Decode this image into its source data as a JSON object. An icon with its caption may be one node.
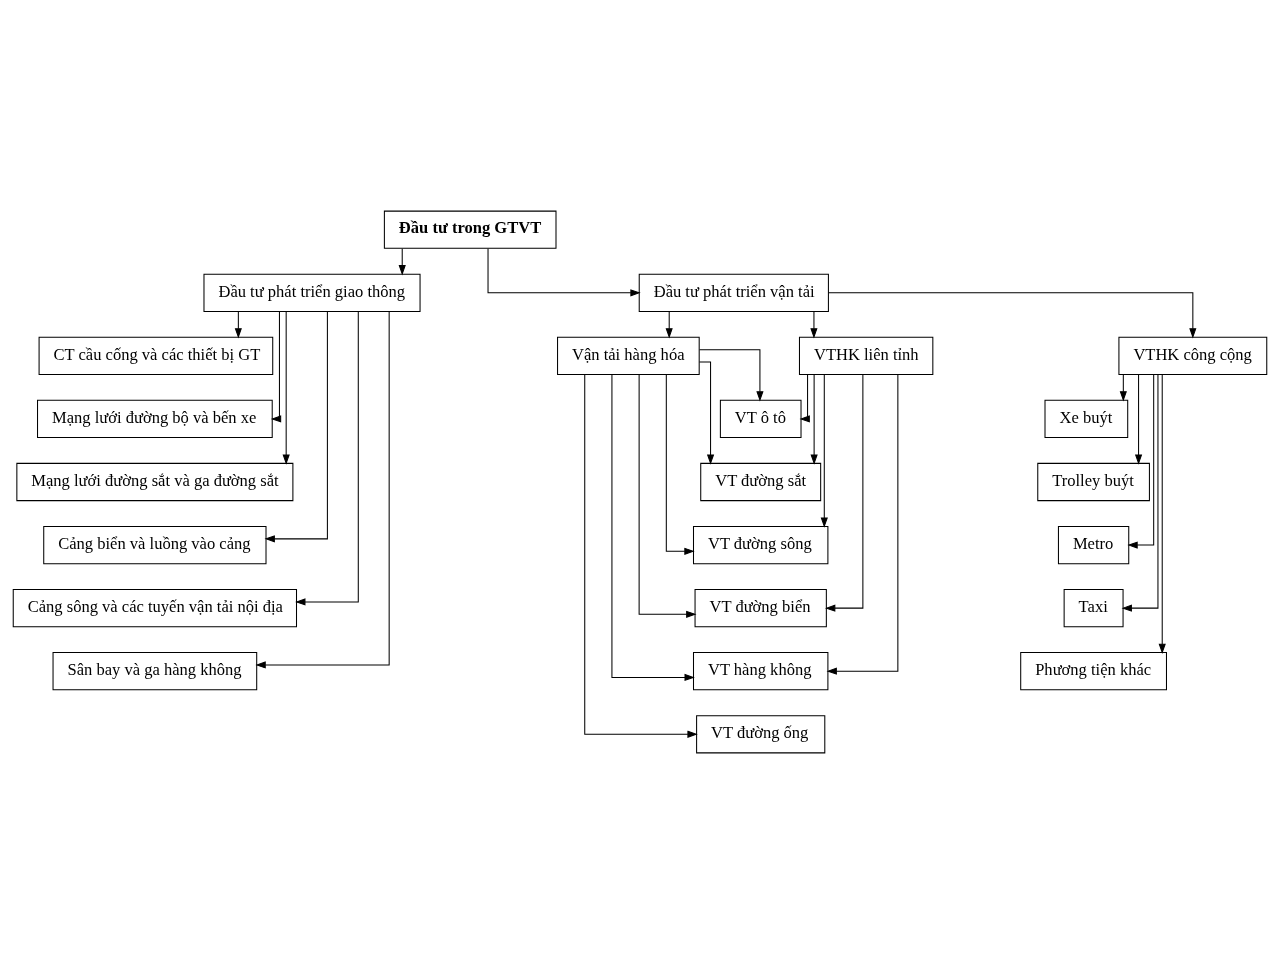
{
  "diagram": {
    "nodes": [
      {
        "text": [
          "Đầu tư trong GTVT"
        ]
      },
      {
        "text": [
          "Đầu tư phát triển giao thông"
        ]
      },
      {
        "text": [
          "Đầu tư phát triển vận tải"
        ]
      },
      {
        "text": [
          "CT cầu cống và các thiết bị GT"
        ]
      },
      {
        "text": [
          "Mạng lưới đường bộ và bến xe"
        ]
      },
      {
        "text": [
          "Mạng lưới đường sắt và ga đường sắt"
        ]
      },
      {
        "text": [
          "Cảng biển và luồng vào cảng"
        ]
      },
      {
        "text": [
          "Cảng sông và các tuyến vận tải nội địa"
        ]
      },
      {
        "text": [
          "Sân bay và ga hàng không"
        ]
      },
      {
        "text": [
          "Vận tải hàng hóa"
        ]
      },
      {
        "text": [
          "VTHK liên tỉnh"
        ]
      },
      {
        "text": [
          "VTHK công cộng"
        ]
      },
      {
        "text": [
          "VT ô tô"
        ]
      },
      {
        "text": [
          "VT đường sắt"
        ]
      },
      {
        "text": [
          "VT đường sông"
        ]
      },
      {
        "text": [
          "VT đường biển"
        ]
      },
      {
        "text": [
          "VT hàng không"
        ]
      },
      {
        "text": [
          "VT đường ống"
        ]
      },
      {
        "text": [
          "Xe buýt"
        ]
      },
      {
        "text": [
          "Trolley buýt"
        ]
      },
      {
        "text": [
          "Metro"
        ]
      },
      {
        "text": [
          "Taxi"
        ]
      },
      {
        "text": [
          "Phương tiện khác"
        ]
      }
    ],
    "edges": [
      {
        "from": 0,
        "to": 1,
        "arrow": "to"
      },
      {
        "from": 0,
        "to": 2,
        "arrow": "to"
      },
      {
        "from": 1,
        "to": 3,
        "arrow": "to"
      },
      {
        "from": 1,
        "to": 4,
        "arrow": "to"
      },
      {
        "from": 1,
        "to": 5,
        "arrow": "to"
      },
      {
        "from": 1,
        "to": 6,
        "arrow": "to"
      },
      {
        "from": 1,
        "to": 7,
        "arrow": "to"
      },
      {
        "from": 1,
        "to": 8,
        "arrow": "to"
      },
      {
        "from": 2,
        "to": 9,
        "arrow": "to"
      },
      {
        "from": 2,
        "to": 10,
        "arrow": "to"
      },
      {
        "from": 2,
        "to": 11,
        "arrow": "to"
      },
      {
        "from": 9,
        "to": 12,
        "arrow": "to"
      },
      {
        "from": 9,
        "to": 13,
        "arrow": "to"
      },
      {
        "from": 9,
        "to": 14,
        "arrow": "to"
      },
      {
        "from": 9,
        "to": 15,
        "arrow": "to"
      },
      {
        "from": 9,
        "to": 16,
        "arrow": "to"
      },
      {
        "from": 9,
        "to": 17,
        "arrow": "to"
      },
      {
        "from": 10,
        "to": 12,
        "arrow": "to"
      },
      {
        "from": 10,
        "to": 13,
        "arrow": "to"
      },
      {
        "from": 10,
        "to": 14,
        "arrow": "to"
      },
      {
        "from": 10,
        "to": 15,
        "arrow": "to"
      },
      {
        "from": 10,
        "to": 16,
        "arrow": "to"
      },
      {
        "from": 11,
        "to": 18,
        "arrow": "to"
      },
      {
        "from": 11,
        "to": 19,
        "arrow": "to"
      },
      {
        "from": 11,
        "to": 20,
        "arrow": "to"
      },
      {
        "from": 11,
        "to": 21,
        "arrow": "to"
      },
      {
        "from": 11,
        "to": 22,
        "arrow": "to"
      }
    ]
  }
}
